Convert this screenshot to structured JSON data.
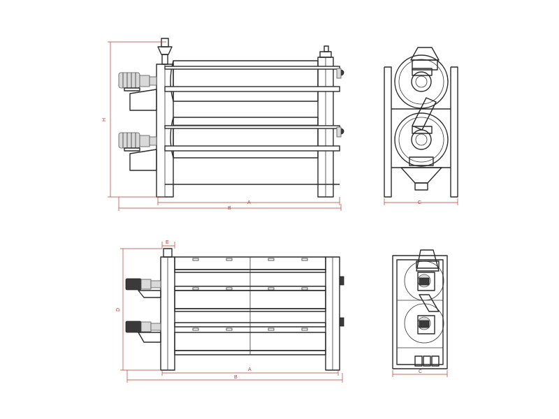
{
  "dimensions": {
    "top_front_width": "A",
    "top_front_overall": "B",
    "top_front_height": "H",
    "top_side_width": "C",
    "plan_module": "E",
    "plan_depth": "D",
    "plan_width": "A",
    "plan_overall": "B",
    "plan_side_width": "C"
  },
  "colors": {
    "line": "#2a2a2a",
    "dimension": "#c0392b",
    "background": "#ffffff"
  }
}
